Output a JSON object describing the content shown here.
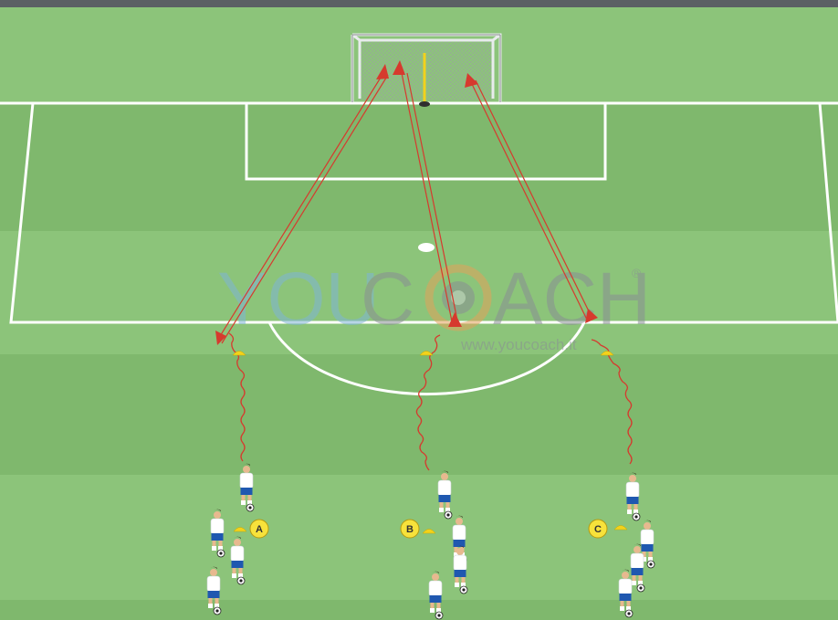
{
  "watermark": {
    "brand_left": "YOU",
    "brand_mid": "C",
    "brand_right": "ACH",
    "registered": "®",
    "url": "www.youcoach.it"
  },
  "groups": [
    {
      "id": "A",
      "label": "A"
    },
    {
      "id": "B",
      "label": "B"
    },
    {
      "id": "C",
      "label": "C"
    }
  ],
  "colors": {
    "grass_light": "#8cc47a",
    "grass_dark": "#7fb86d",
    "line": "#ffffff",
    "arrow": "#d63a2e",
    "cone": "#f2d21c",
    "label_bg": "#f7e23b",
    "shirt": "#ffffff",
    "shorts": "#1f58b0",
    "brand_blue": "#7fb4d6",
    "brand_orange": "#e3a25a",
    "brand_gray": "#8a8f95"
  }
}
